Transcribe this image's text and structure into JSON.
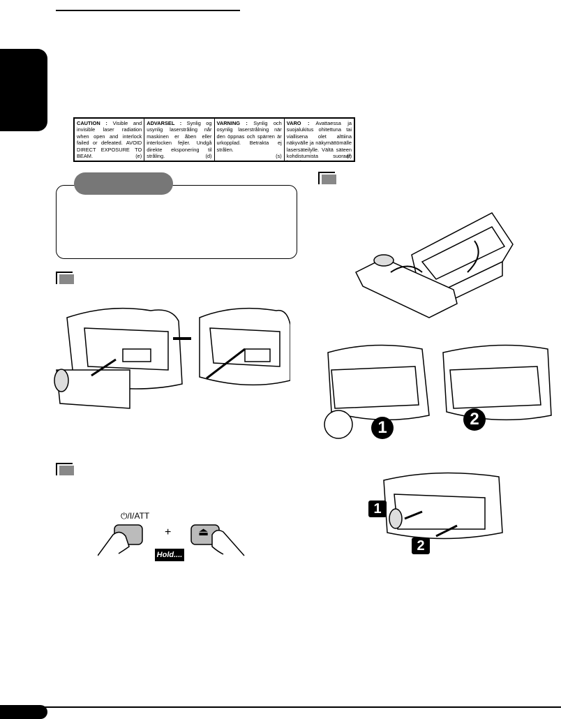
{
  "caution": [
    {
      "head": "CAUTION :",
      "body": "Visible and invisible laser radiation when open and interlock failed or defeated. AVOID DIRECT EXPOSURE TO BEAM.",
      "code": "(e)"
    },
    {
      "head": "ADVARSEL :",
      "body": "Synlig og usynlig laserstråling når maskinen er åben eller interlocken fejler. Undgå direkte eksponering til stråling.",
      "code": "(d)"
    },
    {
      "head": "VARNING :",
      "body": "Synlig och osynlig laserstrålning när den öppnas och spärren är urkopplad. Betrakta ej strålen.",
      "code": "(s)"
    },
    {
      "head": "VARO :",
      "body": "Avattaessa ja suojalukitus ohitettuna tai viallisena olet alttiina näkyvälle ja näkymättömälle lasersäteilylle. Vältä säteen kohdistumista suoraan itseesi.",
      "code": "(f)"
    }
  ],
  "controls": {
    "power_label": "⏻/I/ATT",
    "plus": "+",
    "eject_symbol": "⏏",
    "hold": "Hold...."
  },
  "steps": {
    "one": "1",
    "two": "2"
  }
}
